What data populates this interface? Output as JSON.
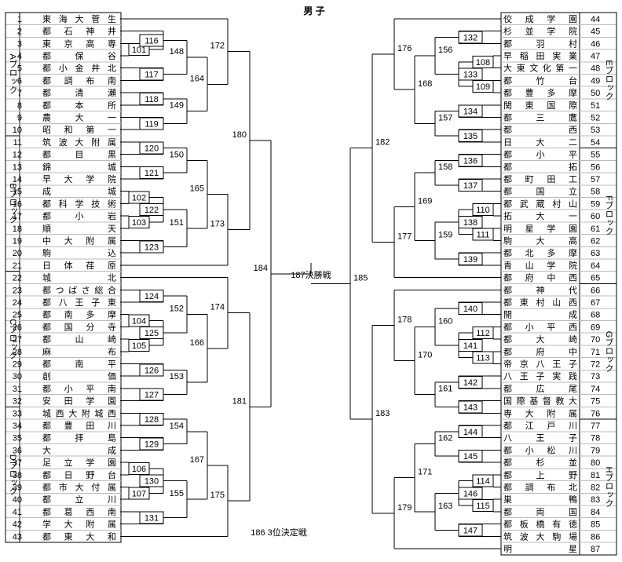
{
  "title": "男 子",
  "final_label": "187決勝戦",
  "third_place_label": "186 3位決定戦",
  "blocks": [
    {
      "side": "left",
      "label": "Aブロック",
      "first": 1,
      "last": 10
    },
    {
      "side": "left",
      "label": "Bブロック",
      "first": 11,
      "last": 21
    },
    {
      "side": "left",
      "label": "Cブロック",
      "first": 22,
      "last": 32
    },
    {
      "side": "left",
      "label": "Dブロック",
      "first": 33,
      "last": 43
    },
    {
      "side": "right",
      "label": "Eブロック",
      "first": 44,
      "last": 54
    },
    {
      "side": "right",
      "label": "Fブロック",
      "first": 55,
      "last": 65
    },
    {
      "side": "right",
      "label": "Gブロック",
      "first": 66,
      "last": 76
    },
    {
      "side": "right",
      "label": "Hブロック",
      "first": 77,
      "last": 87
    }
  ],
  "teams_left": [
    {
      "no": "1",
      "name": "東海大菅生"
    },
    {
      "no": "2",
      "name": "都石神井"
    },
    {
      "no": "3",
      "name": "東京高専"
    },
    {
      "no": "4",
      "name": "都保谷"
    },
    {
      "no": "5",
      "name": "都小金井北"
    },
    {
      "no": "6",
      "name": "都調布南"
    },
    {
      "no": "7",
      "name": "都清瀬"
    },
    {
      "no": "8",
      "name": "都本所"
    },
    {
      "no": "9",
      "name": "農大一"
    },
    {
      "no": "10",
      "name": "昭和第一"
    },
    {
      "no": "11",
      "name": "筑波大附属"
    },
    {
      "no": "12",
      "name": "都目黒"
    },
    {
      "no": "13",
      "name": "錦城"
    },
    {
      "no": "14",
      "name": "早大学院"
    },
    {
      "no": "15",
      "name": "成城"
    },
    {
      "no": "16",
      "name": "都科学技術"
    },
    {
      "no": "17",
      "name": "都小岩"
    },
    {
      "no": "18",
      "name": "順天"
    },
    {
      "no": "19",
      "name": "中大附属"
    },
    {
      "no": "20",
      "name": "駒込"
    },
    {
      "no": "21",
      "name": "日体荏原"
    },
    {
      "no": "22",
      "name": "城北"
    },
    {
      "no": "23",
      "name": "都つばさ総合"
    },
    {
      "no": "24",
      "name": "都八王子東"
    },
    {
      "no": "25",
      "name": "都南多摩"
    },
    {
      "no": "26",
      "name": "都国分寺"
    },
    {
      "no": "27",
      "name": "都山崎"
    },
    {
      "no": "28",
      "name": "麻布"
    },
    {
      "no": "29",
      "name": "都南平"
    },
    {
      "no": "30",
      "name": "創価"
    },
    {
      "no": "31",
      "name": "都小平南"
    },
    {
      "no": "32",
      "name": "安田学園"
    },
    {
      "no": "33",
      "name": "城西大附城西"
    },
    {
      "no": "34",
      "name": "都豊田川"
    },
    {
      "no": "35",
      "name": "都拝島"
    },
    {
      "no": "36",
      "name": "大成"
    },
    {
      "no": "37",
      "name": "足立学園"
    },
    {
      "no": "38",
      "name": "都日野台"
    },
    {
      "no": "39",
      "name": "都市大付属"
    },
    {
      "no": "40",
      "name": "都立川"
    },
    {
      "no": "41",
      "name": "都葛西南"
    },
    {
      "no": "42",
      "name": "学大附属"
    },
    {
      "no": "43",
      "name": "都東大和"
    }
  ],
  "teams_right": [
    {
      "no": "44",
      "name": "佼成学園"
    },
    {
      "no": "45",
      "name": "杉並学院"
    },
    {
      "no": "46",
      "name": "都羽村"
    },
    {
      "no": "47",
      "name": "早稲田実業"
    },
    {
      "no": "48",
      "name": "大東文化第一"
    },
    {
      "no": "49",
      "name": "都竹台"
    },
    {
      "no": "50",
      "name": "都豊多摩"
    },
    {
      "no": "51",
      "name": "関東国際"
    },
    {
      "no": "52",
      "name": "都三鷹"
    },
    {
      "no": "53",
      "name": "都西"
    },
    {
      "no": "54",
      "name": "日大二"
    },
    {
      "no": "55",
      "name": "都小平"
    },
    {
      "no": "56",
      "name": "都拓"
    },
    {
      "no": "57",
      "name": "都町田工"
    },
    {
      "no": "58",
      "name": "都国立"
    },
    {
      "no": "59",
      "name": "都武蔵村山"
    },
    {
      "no": "60",
      "name": "拓大一"
    },
    {
      "no": "61",
      "name": "明星学園"
    },
    {
      "no": "62",
      "name": "駒大高"
    },
    {
      "no": "63",
      "name": "都北多摩"
    },
    {
      "no": "64",
      "name": "青山学院"
    },
    {
      "no": "65",
      "name": "都府中西"
    },
    {
      "no": "66",
      "name": "都神代"
    },
    {
      "no": "67",
      "name": "都東村山西"
    },
    {
      "no": "68",
      "name": "開成"
    },
    {
      "no": "69",
      "name": "都小平西"
    },
    {
      "no": "70",
      "name": "都大崎"
    },
    {
      "no": "71",
      "name": "都府中"
    },
    {
      "no": "72",
      "name": "帝京八王子"
    },
    {
      "no": "73",
      "name": "八王子実践"
    },
    {
      "no": "74",
      "name": "都広尾"
    },
    {
      "no": "75",
      "name": "国際基督教大"
    },
    {
      "no": "76",
      "name": "専大附属"
    },
    {
      "no": "77",
      "name": "都江戸川"
    },
    {
      "no": "78",
      "name": "八王子"
    },
    {
      "no": "79",
      "name": "都小松川"
    },
    {
      "no": "80",
      "name": "都杉並"
    },
    {
      "no": "81",
      "name": "都上野"
    },
    {
      "no": "82",
      "name": "都調布北"
    },
    {
      "no": "83",
      "name": "巣鴨"
    },
    {
      "no": "84",
      "name": "都両国"
    },
    {
      "no": "85",
      "name": "都板橋有徳"
    },
    {
      "no": "86",
      "name": "筑波大駒場"
    },
    {
      "no": "87",
      "name": "明星"
    }
  ],
  "matches_left": {
    "r1": [
      {
        "no": "101",
        "pair": [
          3,
          4
        ]
      },
      {
        "no": "102",
        "pair": [
          15,
          16
        ]
      },
      {
        "no": "103",
        "pair": [
          17,
          18
        ]
      },
      {
        "no": "104",
        "pair": [
          25,
          26
        ]
      },
      {
        "no": "105",
        "pair": [
          27,
          28
        ]
      },
      {
        "no": "106",
        "pair": [
          37,
          38
        ]
      },
      {
        "no": "107",
        "pair": [
          39,
          40
        ]
      }
    ],
    "r2": [
      {
        "no": "116",
        "pair": [
          2,
          "101"
        ]
      },
      {
        "no": "117",
        "pair": [
          5,
          6
        ]
      },
      {
        "no": "118",
        "pair": [
          7,
          8
        ]
      },
      {
        "no": "119",
        "pair": [
          9,
          10
        ]
      },
      {
        "no": "120",
        "pair": [
          11,
          12
        ]
      },
      {
        "no": "121",
        "pair": [
          13,
          14
        ]
      },
      {
        "no": "122",
        "pair": [
          "102",
          "103"
        ]
      },
      {
        "no": "123",
        "pair": [
          19,
          20
        ]
      },
      {
        "no": "124",
        "pair": [
          23,
          24
        ]
      },
      {
        "no": "125",
        "pair": [
          "104",
          "105"
        ]
      },
      {
        "no": "126",
        "pair": [
          29,
          30
        ]
      },
      {
        "no": "127",
        "pair": [
          31,
          32
        ]
      },
      {
        "no": "128",
        "pair": [
          33,
          34
        ]
      },
      {
        "no": "129",
        "pair": [
          35,
          36
        ]
      },
      {
        "no": "130",
        "pair": [
          "106",
          "107"
        ]
      },
      {
        "no": "131",
        "pair": [
          41,
          42
        ]
      }
    ],
    "r3": [
      {
        "no": "148",
        "pair": [
          "116",
          "117"
        ]
      },
      {
        "no": "149",
        "pair": [
          "118",
          "119"
        ]
      },
      {
        "no": "150",
        "pair": [
          "120",
          "121"
        ]
      },
      {
        "no": "151",
        "pair": [
          "122",
          "123"
        ]
      },
      {
        "no": "152",
        "pair": [
          "124",
          "125"
        ]
      },
      {
        "no": "153",
        "pair": [
          "126",
          "127"
        ]
      },
      {
        "no": "154",
        "pair": [
          "128",
          "129"
        ]
      },
      {
        "no": "155",
        "pair": [
          "130",
          "131"
        ]
      }
    ],
    "r4": [
      {
        "no": "164",
        "pair": [
          "148",
          "149"
        ]
      },
      {
        "no": "165",
        "pair": [
          "150",
          "151"
        ]
      },
      {
        "no": "166",
        "pair": [
          "152",
          "153"
        ]
      },
      {
        "no": "167",
        "pair": [
          "154",
          "155"
        ]
      }
    ],
    "r5": [
      {
        "no": "172",
        "pair": [
          1,
          "164"
        ]
      },
      {
        "no": "173",
        "pair": [
          "165",
          21
        ]
      },
      {
        "no": "174",
        "pair": [
          22,
          "166"
        ]
      },
      {
        "no": "175",
        "pair": [
          "167",
          43
        ]
      }
    ],
    "r6": [
      {
        "no": "180",
        "pair": [
          "172",
          "173"
        ]
      },
      {
        "no": "181",
        "pair": [
          "174",
          "175"
        ]
      }
    ],
    "r7": [
      {
        "no": "184",
        "pair": [
          "180",
          "181"
        ]
      }
    ]
  },
  "matches_right": {
    "r1": [
      {
        "no": "108",
        "pair": [
          47,
          48
        ]
      },
      {
        "no": "109",
        "pair": [
          49,
          50
        ]
      },
      {
        "no": "110",
        "pair": [
          59,
          60
        ]
      },
      {
        "no": "111",
        "pair": [
          61,
          62
        ]
      },
      {
        "no": "112",
        "pair": [
          69,
          70
        ]
      },
      {
        "no": "113",
        "pair": [
          71,
          72
        ]
      },
      {
        "no": "114",
        "pair": [
          81,
          82
        ]
      },
      {
        "no": "115",
        "pair": [
          83,
          84
        ]
      }
    ],
    "r2": [
      {
        "no": "132",
        "pair": [
          45,
          46
        ]
      },
      {
        "no": "133",
        "pair": [
          "108",
          "109"
        ]
      },
      {
        "no": "134",
        "pair": [
          51,
          52
        ]
      },
      {
        "no": "135",
        "pair": [
          53,
          54
        ]
      },
      {
        "no": "136",
        "pair": [
          55,
          56
        ]
      },
      {
        "no": "137",
        "pair": [
          57,
          58
        ]
      },
      {
        "no": "138",
        "pair": [
          "110",
          "111"
        ]
      },
      {
        "no": "139",
        "pair": [
          63,
          64
        ]
      },
      {
        "no": "140",
        "pair": [
          67,
          68
        ]
      },
      {
        "no": "141",
        "pair": [
          "112",
          "113"
        ]
      },
      {
        "no": "142",
        "pair": [
          73,
          74
        ]
      },
      {
        "no": "143",
        "pair": [
          75,
          76
        ]
      },
      {
        "no": "144",
        "pair": [
          77,
          78
        ]
      },
      {
        "no": "145",
        "pair": [
          79,
          80
        ]
      },
      {
        "no": "146",
        "pair": [
          "114",
          "115"
        ]
      },
      {
        "no": "147",
        "pair": [
          85,
          86
        ]
      }
    ],
    "r3": [
      {
        "no": "156",
        "pair": [
          "132",
          "133"
        ]
      },
      {
        "no": "157",
        "pair": [
          "134",
          "135"
        ]
      },
      {
        "no": "158",
        "pair": [
          "136",
          "137"
        ]
      },
      {
        "no": "159",
        "pair": [
          "138",
          "139"
        ]
      },
      {
        "no": "160",
        "pair": [
          "140",
          "141"
        ]
      },
      {
        "no": "161",
        "pair": [
          "142",
          "143"
        ]
      },
      {
        "no": "162",
        "pair": [
          "144",
          "145"
        ]
      },
      {
        "no": "163",
        "pair": [
          "146",
          "147"
        ]
      }
    ],
    "r4": [
      {
        "no": "168",
        "pair": [
          "156",
          "157"
        ]
      },
      {
        "no": "169",
        "pair": [
          "158",
          "159"
        ]
      },
      {
        "no": "170",
        "pair": [
          "160",
          "161"
        ]
      },
      {
        "no": "171",
        "pair": [
          "162",
          "163"
        ]
      }
    ],
    "r5": [
      {
        "no": "176",
        "pair": [
          44,
          "168"
        ]
      },
      {
        "no": "177",
        "pair": [
          "169",
          65
        ]
      },
      {
        "no": "178",
        "pair": [
          66,
          "170"
        ]
      },
      {
        "no": "179",
        "pair": [
          "171",
          87
        ]
      }
    ],
    "r6": [
      {
        "no": "182",
        "pair": [
          "176",
          "177"
        ]
      },
      {
        "no": "183",
        "pair": [
          "178",
          "179"
        ]
      }
    ],
    "r7": [
      {
        "no": "185",
        "pair": [
          "182",
          "183"
        ]
      }
    ]
  }
}
